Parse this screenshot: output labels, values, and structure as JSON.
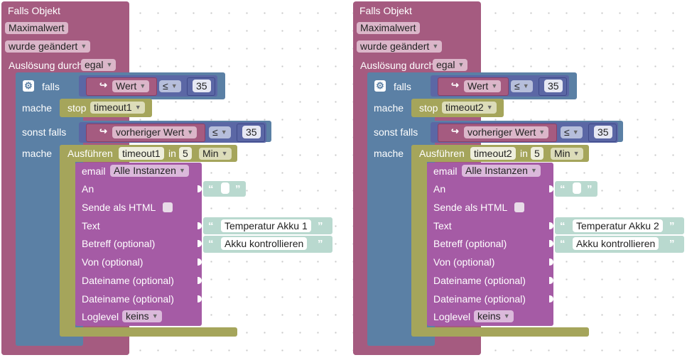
{
  "stacks": [
    {
      "trigger": {
        "title": "Falls Objekt",
        "object": "Maximalwert",
        "condition": "wurde geändert",
        "by_label": "Auslösung durch",
        "by_value": "egal"
      },
      "if_block": {
        "if_label": "falls",
        "do_label": "mache",
        "elseif_label": "sonst falls",
        "do2_label": "mache",
        "cond1": {
          "var": "Wert",
          "op": "≤",
          "num": "35"
        },
        "stop": {
          "label": "stop",
          "timer": "timeout1"
        },
        "cond2": {
          "var": "vorheriger Wert",
          "op": "≤",
          "num": "35"
        }
      },
      "timeout": {
        "label": "Ausführen",
        "name": "timeout1",
        "in_label": "in",
        "value": "5",
        "unit": "Min"
      },
      "email": {
        "label": "email",
        "instance": "Alle Instanzen",
        "an": "An",
        "html": "Sende als HTML",
        "text": "Text",
        "betreff": "Betreff (optional)",
        "von": "Von (optional)",
        "dateiname1": "Dateiname (optional)",
        "dateiname2": "Dateiname (optional)",
        "loglevel": "Loglevel",
        "loglevel_value": "keins",
        "text_value": "Temperatur Akku 1",
        "betreff_value": "Akku kontrollieren",
        "an_value": ""
      }
    },
    {
      "trigger": {
        "title": "Falls Objekt",
        "object": "Maximalwert",
        "condition": "wurde geändert",
        "by_label": "Auslösung durch",
        "by_value": "egal"
      },
      "if_block": {
        "if_label": "falls",
        "do_label": "mache",
        "elseif_label": "sonst falls",
        "do2_label": "mache",
        "cond1": {
          "var": "Wert",
          "op": "≤",
          "num": "35"
        },
        "stop": {
          "label": "stop",
          "timer": "timeout2"
        },
        "cond2": {
          "var": "vorheriger Wert",
          "op": "≤",
          "num": "35"
        }
      },
      "timeout": {
        "label": "Ausführen",
        "name": "timeout2",
        "in_label": "in",
        "value": "5",
        "unit": "Min"
      },
      "email": {
        "label": "email",
        "instance": "Alle Instanzen",
        "an": "An",
        "html": "Sende als HTML",
        "text": "Text",
        "betreff": "Betreff (optional)",
        "von": "Von (optional)",
        "dateiname1": "Dateiname (optional)",
        "dateiname2": "Dateiname (optional)",
        "loglevel": "Loglevel",
        "loglevel_value": "keins",
        "text_value": "Temperatur Akku 2",
        "betreff_value": "Akku kontrollieren",
        "an_value": ""
      }
    }
  ],
  "colors": {
    "trigger": "#a55b80",
    "control": "#5b80a5",
    "timeout": "#a5a55b",
    "email": "#a55ba5",
    "logic": "#5b67a5",
    "string": "#b9d9cf"
  },
  "icons": {
    "gear": "gear-icon",
    "variable_arrow": "variable-arrow-icon",
    "dropdown": "chevron-down-icon",
    "quote": "quote-icon"
  }
}
